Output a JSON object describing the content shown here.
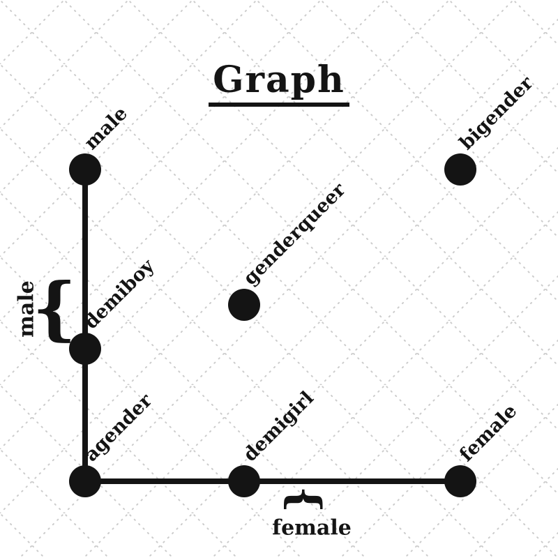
{
  "title": "Graph",
  "nodes": [
    {
      "id": "male",
      "label": "male"
    },
    {
      "id": "demiboy",
      "label": "demiboy"
    },
    {
      "id": "agender",
      "label": "agender"
    },
    {
      "id": "demigirl",
      "label": "demigirl"
    },
    {
      "id": "female",
      "label": "female"
    },
    {
      "id": "genderqueer",
      "label": "genderqueer"
    },
    {
      "id": "bigender",
      "label": "bigender"
    }
  ],
  "edges": [
    {
      "from": "male",
      "to": "demiboy"
    },
    {
      "from": "demiboy",
      "to": "agender"
    },
    {
      "from": "agender",
      "to": "demigirl"
    },
    {
      "from": "demigirl",
      "to": "female"
    }
  ],
  "braces": {
    "brace_char": "{",
    "left_label": "male",
    "bottom_label": "female"
  },
  "colors": {
    "ink": "#141414",
    "grid": "#cccccc",
    "background": "#ffffff"
  }
}
